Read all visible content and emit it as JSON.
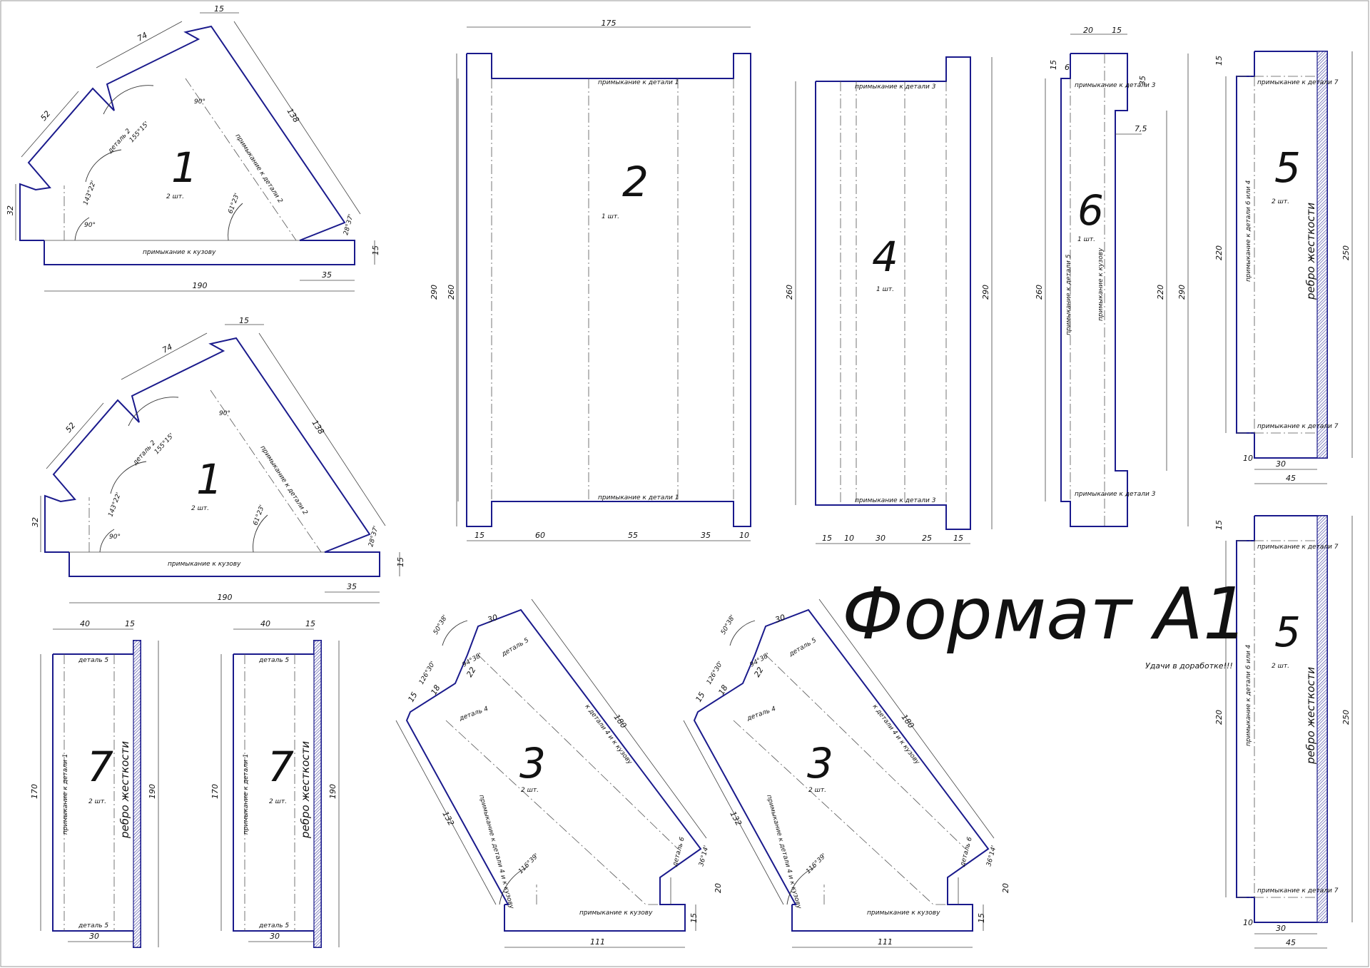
{
  "sheet": {
    "title": "Формат А1",
    "subtitle": "Удачи в доработке!!!"
  },
  "part1": {
    "number": "1",
    "qty": "2 шт.",
    "base_label": "примыкание к кузову",
    "angle_label": "примыкание к детали 2",
    "side_label": "деталь 2",
    "dims": {
      "w190": "190",
      "w35": "35",
      "h15": "15",
      "h32": "32",
      "d52": "52",
      "d74": "74",
      "d15": "15",
      "d138": "138",
      "a90a": "90°",
      "a90b": "90°",
      "a155": "155°15'",
      "a143": "143°22'",
      "a61": "61°23'",
      "a28": "28°37'"
    }
  },
  "part2": {
    "number": "2",
    "qty": "1 шт.",
    "top_label": "примыкание к детали 1",
    "bottom_label": "примыкание к детали 1",
    "dims": {
      "w175": "175",
      "h290": "290",
      "h260": "260",
      "b15": "15",
      "b60": "60",
      "b55": "55",
      "b35": "35",
      "b10": "10"
    }
  },
  "part4": {
    "number": "4",
    "qty": "1 шт.",
    "top_label": "примыкание к детали 3",
    "bottom_label": "примыкание к детали 3",
    "dims": {
      "h260": "260",
      "h290": "290",
      "b15a": "15",
      "b10": "10",
      "b30": "30",
      "b25": "25",
      "b15b": "15"
    }
  },
  "part6": {
    "number": "6",
    "qty": "1 шт.",
    "top_label": "примыкание к детали 3",
    "bottom_label": "примыкание к детали 3",
    "side_label": "примыкание к детали 5",
    "side_label2": "примыкание к кузову",
    "dims": {
      "w20": "20",
      "w15": "15",
      "h15": "15",
      "w6": "6",
      "h35": "35",
      "w75": "7,5",
      "h260": "260",
      "h220": "220",
      "h290": "290"
    }
  },
  "part5": {
    "number": "5",
    "qty": "2 шт.",
    "top_label": "примыкание к детали 7",
    "bottom_label": "примыкание к детали 7",
    "side_label": "примыкание к детали 6 или 4",
    "rib_label": "ребро жесткости",
    "dims": {
      "h15": "15",
      "h220": "220",
      "h250": "250",
      "w10": "10",
      "w30": "30",
      "w45": "45"
    }
  },
  "part7": {
    "number": "7",
    "qty": "2 шт.",
    "top_label": "деталь 5",
    "bottom_label": "деталь 5",
    "side_label": "примыкание к детали 1",
    "rib_label": "ребро жесткости",
    "dims": {
      "w40": "40",
      "w15": "15",
      "h170": "170",
      "h190": "190",
      "w30": "30"
    }
  },
  "part3": {
    "number": "3",
    "qty": "2 шт.",
    "base_label": "примыкание к кузову",
    "diag_label": "примыкание к детали 4 и к кузову",
    "side_label": "к детали 4 и к кузову",
    "d5_label": "деталь 5",
    "d4_label": "деталь 4",
    "d6_label": "деталь 6",
    "dims": {
      "w111": "111",
      "h15": "15",
      "h20": "20",
      "d132": "132",
      "d180": "180",
      "d30": "30",
      "d15": "15",
      "d18": "18",
      "d22": "22",
      "a50": "50°38'",
      "a126": "126°30'",
      "a94": "94°38'",
      "a116": "116°39'",
      "a36": "36°14'"
    }
  }
}
